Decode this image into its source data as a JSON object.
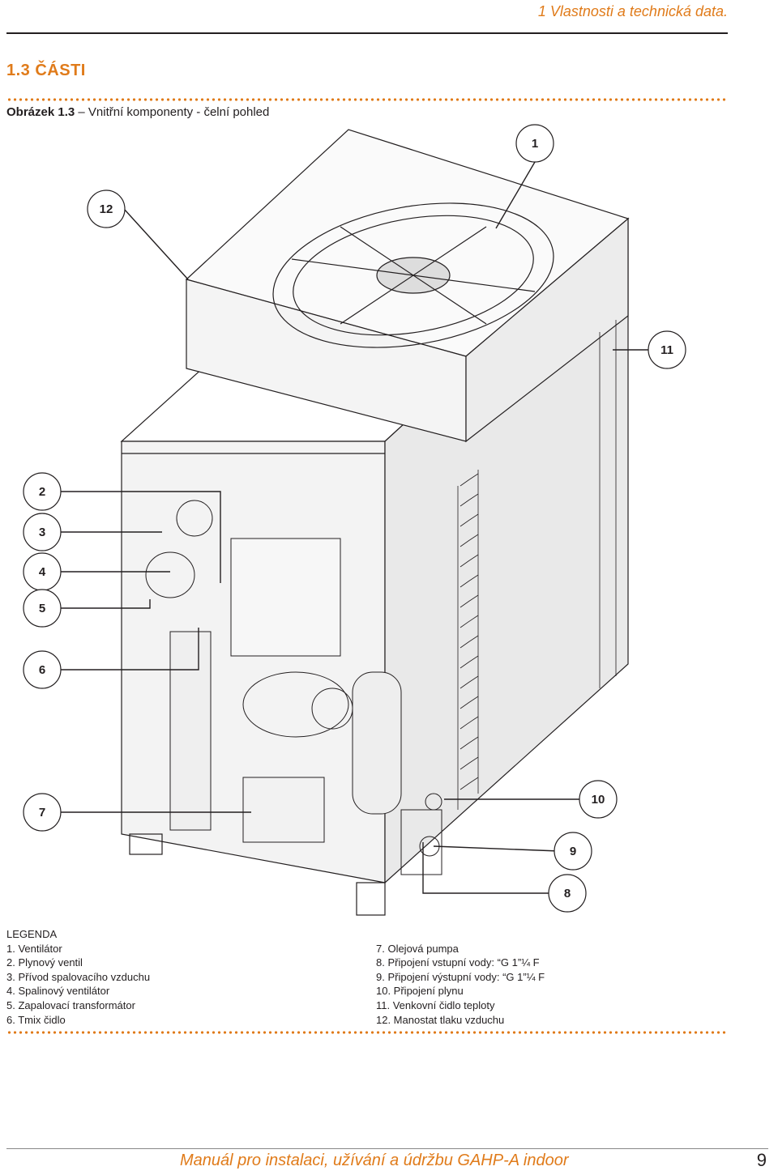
{
  "header": {
    "chapter": "1     Vlastnosti a technická data."
  },
  "section": {
    "title": "1.3   ČÁSTI"
  },
  "figure": {
    "label": "Obrázek 1.3",
    "caption": " – Vnitřní komponenty - čelní pohled"
  },
  "callouts": [
    "1",
    "12",
    "11",
    "2",
    "3",
    "4",
    "5",
    "6",
    "7",
    "10",
    "9",
    "8"
  ],
  "legend": {
    "title": "LEGENDA",
    "left": [
      "1. Ventilátor",
      "2. Plynový ventil",
      "3. Přívod spalovacího vzduchu",
      "4. Spalinový ventilátor",
      "5. Zapalovací transformátor",
      "6. Tmix čidlo"
    ],
    "right": [
      "7. Olejová pumpa",
      "8. Připojení vstupní vody: “G 1”¼ F",
      "9. Připojení výstupní vody: “G 1”¼ F",
      "10. Připojení plynu",
      "11. Venkovní čidlo teploty",
      "12. Manostat tlaku vzduchu"
    ]
  },
  "footer": {
    "manual": "Manuál pro instalaci, užívání a údržbu  GAHP-A indoor",
    "page": "9"
  },
  "colors": {
    "accent": "#e07b1a",
    "ink": "#231f20"
  }
}
